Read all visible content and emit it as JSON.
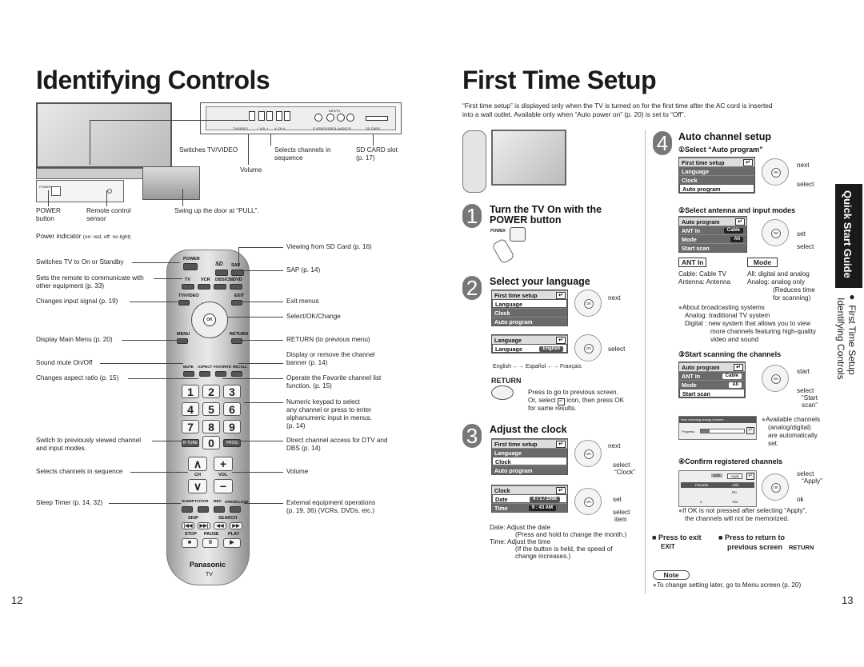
{
  "left": {
    "title": "Identifying Controls",
    "page_number": "12",
    "callouts": {
      "switches_tv_video": "Switches TV/VIDEO",
      "selects_channels_seq1": "Selects channels in",
      "selects_channels_seq2": "sequence",
      "sd_card_slot": "SD CARD slot",
      "sd_card_page": "(p. 17)",
      "volume_top": "Volume",
      "power": "POWER",
      "button": "button",
      "remote_control": "Remote control",
      "sensor": "sensor",
      "swing_door": "Swing up the door at “PULL”.",
      "power_indicator": "Power indicator",
      "power_indicator_note": "(on: red, off: no light)"
    },
    "panel_labels": {
      "input3": "INPUT3",
      "tv_video": "TV/VIDEO",
      "vol": "−  VOL  +",
      "ch": "∨  CH  ∧",
      "s_video": "S VIDEO",
      "video": "VIDEO",
      "l_audio_r": "L AUDIO R",
      "sd_card": "SD CARD",
      "power_small": "POWER"
    },
    "remote_left": [
      "Switches TV to On or Standby",
      "Sets the remote to communicate with",
      "other equipment (p. 33)",
      "Changes input signal (p. 19)",
      "Display Main Menu (p. 20)",
      "Sound mute On/Off",
      "Changes aspect ratio (p. 15)",
      "Switch to previously viewed channel",
      "and input modes.",
      "Selects channels in sequence",
      "Sleep Timer (p. 14, 32)"
    ],
    "remote_right": [
      "Viewing from SD Card (p. 16)",
      "SAP (p. 14)",
      "Exit menus",
      "Select/OK/Change",
      "RETURN (to previous menu)",
      "Display or remove the channel",
      "banner (p. 14)",
      "Operate the Favorite channel list",
      "function. (p. 15)",
      "Numeric keypad to select",
      "any channel or press to enter",
      "alphanumeric input in menus.",
      "(p. 14)",
      "Direct channel access for DTV and",
      "DBS (p. 14)",
      "Volume",
      "External equipment operations",
      "(p. 19, 36) (VCRs, DVDs, etc.)"
    ],
    "remote": {
      "power": "POWER",
      "sd": "SD",
      "sap": "SAP",
      "tv": "TV",
      "vcr": "VCR",
      "dbs_cbl": "DBS/CBL",
      "dvd": "DVD",
      "tv_video": "TV/VIDEO",
      "exit": "EXIT",
      "ok": "OK",
      "menu": "MENU",
      "return": "RETURN",
      "mute": "MUTE",
      "aspect": "ASPECT",
      "favorite": "FAVORITE",
      "recall": "RECALL",
      "digits": [
        "1",
        "2",
        "3",
        "4",
        "5",
        "6",
        "7",
        "8",
        "9",
        "0"
      ],
      "rtune": "R-TUNE",
      "prog": "PROG",
      "ch": "CH",
      "vol": "VOL",
      "sleep": "SLEEP",
      "tv_vcr": "TV/VCR",
      "rec": "REC",
      "open_close": "OPEN/CLOSE",
      "skip": "SKIP",
      "search": "SEARCH",
      "stop": "STOP",
      "pause": "PAUSE",
      "play": "PLAY",
      "brand": "Panasonic",
      "model": "TV"
    }
  },
  "right": {
    "title": "First Time Setup",
    "page_number": "13",
    "intro": [
      "“First time setup” is displayed only when the TV is turned on for the first time after the AC cord is inserted",
      "into a wall outlet. Available only when “Auto power on” (p. 20) is set to “Off”."
    ],
    "step1": {
      "num": "1",
      "title1": "Turn the TV On with the",
      "title2": "POWER button",
      "power": "POWER"
    },
    "step2": {
      "num": "2",
      "title": "Select your language",
      "menu1": [
        "First time setup",
        "Language",
        "Clock",
        "Auto program"
      ],
      "next": "next",
      "menu2_hd": "Language",
      "menu2_row": "Language",
      "menu2_val": "English",
      "select": "select",
      "lang_line": "English ←→ Español ←→ Français",
      "return_label": "RETURN",
      "return_text": [
        "Press to go to previous screen.",
        "Or, select",
        "icon, then press OK",
        "for same results."
      ]
    },
    "step3": {
      "num": "3",
      "title": "Adjust the clock",
      "menu1": [
        "First time setup",
        "Language",
        "Clock",
        "Auto program"
      ],
      "next": "next",
      "select": "select",
      "select_note": "“Clock”",
      "clock_hd": "Clock",
      "date": "Date",
      "date_val": "4 / 1 / 2006",
      "time": "Time",
      "time_val": "9 : 43 AM",
      "set": "set",
      "select2": "select",
      "item": "item",
      "notes": [
        "Date:   Adjust the date",
        "(Press and hold to change the month.)",
        "Time:   Adjust the time",
        "(If the button is held, the speed of",
        "change increases.)"
      ]
    },
    "step4": {
      "num": "4",
      "title": "Auto channel setup",
      "s1": "①Select “Auto program”",
      "menu1": [
        "First time setup",
        "Language",
        "Clock",
        "Auto program"
      ],
      "next": "next",
      "select": "select",
      "s2": "②Select antenna and input modes",
      "menu2": [
        "Auto program",
        "ANT In",
        "Mode",
        "Start scan"
      ],
      "cable": "Cable",
      "all": "All",
      "set": "set",
      "select2": "select",
      "ant_in_hd": "ANT In",
      "mode_hd": "Mode",
      "ant_rows": [
        "Cable: Cable TV",
        "Antenna: Antenna"
      ],
      "mode_rows": [
        "All: digital and analog",
        "Analog: analog only",
        "(Reduces time",
        "for scanning)"
      ],
      "about": [
        "About broadcasting systems",
        "Analog: traditional TV system",
        "Digital : new system that allows you to view",
        "more channels featuring high-quality",
        "video and sound"
      ],
      "s3": "③Start scanning the channels",
      "menu3": [
        "Auto program",
        "ANT In",
        "Mode",
        "Start scan"
      ],
      "start": "start",
      "select3": [
        "select",
        "“Start",
        "scan”"
      ],
      "scan_hd": "Now scanning analog channel ...",
      "progress": "Progress",
      "progress_value": 0.2,
      "available": [
        "Available channels",
        "(analog/digital)",
        "are automatically",
        "set."
      ],
      "s4": "④Confirm registered channels",
      "edit": "Edit",
      "apply": "Apply",
      "col1": "Favorite",
      "col2": "Add",
      "r1c2": "No",
      "r2c1": "2",
      "r2c2": "Yes",
      "select4": [
        "select",
        "“Apply”"
      ],
      "ok": "ok",
      "if_ok": [
        "If OK is not pressed after selecting “Apply”,",
        "the channels will not be memorized."
      ]
    },
    "press_exit": "Press to exit",
    "exit_label": "EXIT",
    "press_return1": "Press to return to",
    "press_return2": "previous screen",
    "return_label": "RETURN",
    "note_label": "Note",
    "note_text": "To change setting later, go to Menu screen (p. 20)",
    "side": {
      "quick": "Quick Start Guide",
      "first": "First Time Setup",
      "identifying": "Identifying Controls"
    }
  }
}
